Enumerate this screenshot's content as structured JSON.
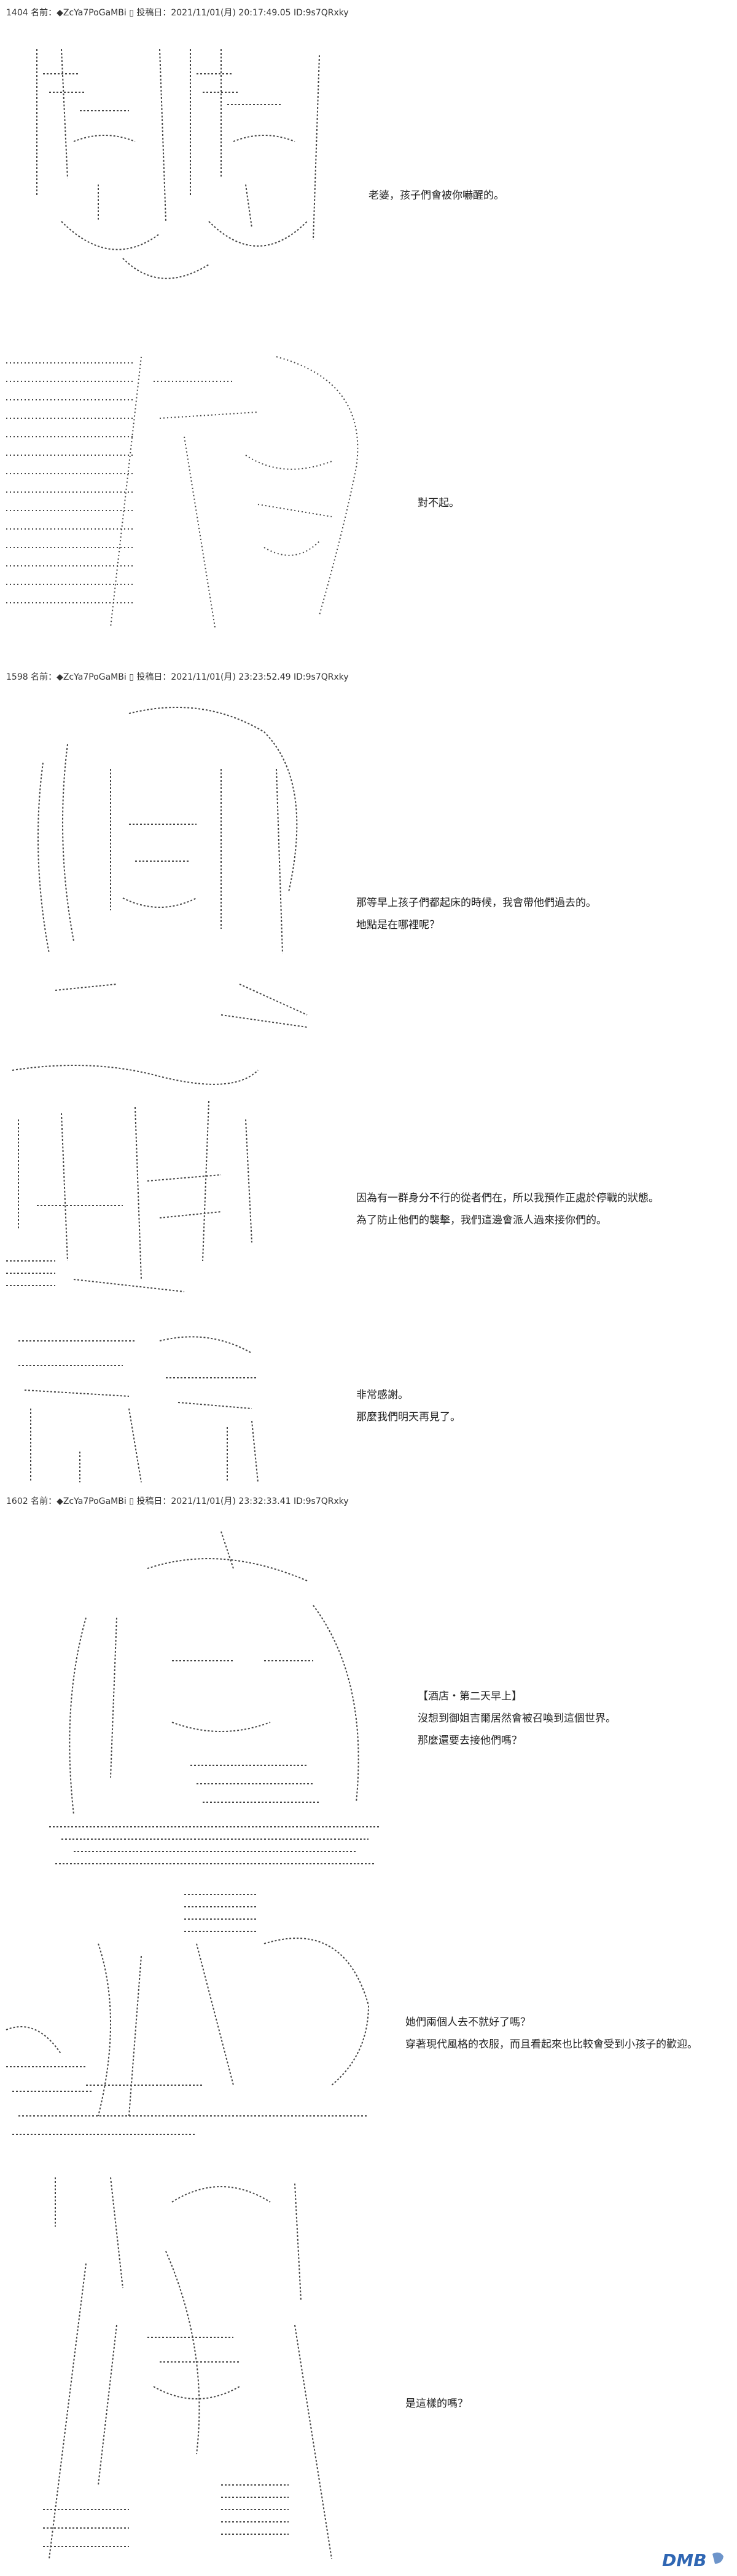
{
  "posts": [
    {
      "header": "1404 名前：◆ZcYa7PoGaMBi ▯ 投稿日：2021/11/01(月) 20:17:49.05 ID:9s7QRxky"
    },
    {
      "header": "1598 名前：◆ZcYa7PoGaMBi ▯ 投稿日：2021/11/01(月) 23:23:52.49 ID:9s7QRxky"
    },
    {
      "header": "1602 名前：◆ZcYa7PoGaMBi ▯ 投稿日：2021/11/01(月) 23:32:33.41 ID:9s7QRxky"
    }
  ],
  "dialogues": [
    {
      "lines": [
        "老婆，孩子們會被你嚇醒的。"
      ]
    },
    {
      "lines": [
        "對不起。"
      ]
    },
    {
      "lines": [
        "那等早上孩子們都起床的時候，我會帶他們過去的。",
        "地點是在哪裡呢？"
      ]
    },
    {
      "lines": [
        "因為有一群身分不行的從者們在，所以我預作正處於停戰的狀態。",
        "為了防止他們的襲擊，我們這邊會派人過來接你們的。"
      ]
    },
    {
      "lines": [
        "非常感謝。",
        "那麼我們明天再見了。"
      ]
    },
    {
      "lines": [
        "【酒店・第二天早上】",
        "沒想到御姐吉爾居然會被召喚到這個世界。",
        "那麼還要去接他們嗎？"
      ]
    },
    {
      "lines": [
        "她們兩個人去不就好了嗎？",
        "穿著現代風格的衣服，而且看起來也比較會受到小孩子的歡迎。"
      ]
    },
    {
      "lines": [
        "是這樣的嗎？"
      ]
    }
  ],
  "art_panels": [
    {
      "name": "panel-couple-faces"
    },
    {
      "name": "panel-crying-woman"
    },
    {
      "name": "panel-long-hair-woman"
    },
    {
      "name": "panel-crowd-smiling"
    },
    {
      "name": "panel-two-women-bowing"
    },
    {
      "name": "panel-messy-hair-woman"
    },
    {
      "name": "panel-group-conversation"
    },
    {
      "name": "panel-standing-girl"
    }
  ],
  "watermark": {
    "text": "DMB",
    "icon": "site-logo-icon"
  },
  "colors": {
    "text": "#222222",
    "art": "#444444",
    "watermark": "#2f66b3"
  }
}
